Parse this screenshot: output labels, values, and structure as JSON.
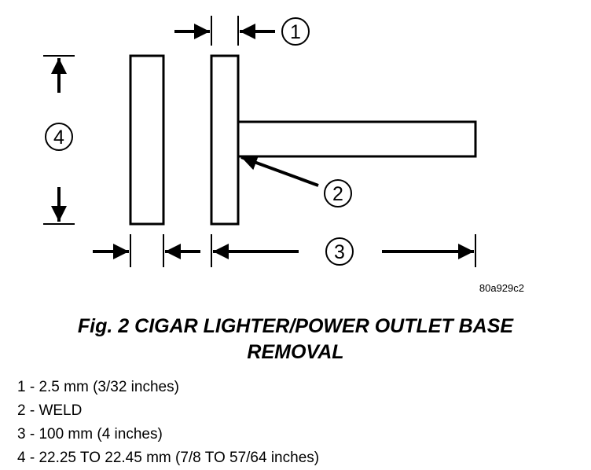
{
  "callouts": {
    "c1": "1",
    "c2": "2",
    "c3": "3",
    "c4": "4"
  },
  "figure_id": "80a929c2",
  "caption": {
    "line1": "Fig. 2 CIGAR LIGHTER/POWER OUTLET BASE",
    "line2": "REMOVAL"
  },
  "legend": [
    "1 - 2.5 mm (3/32 inches)",
    "2 - WELD",
    "3 - 100 mm (4 inches)",
    "4 - 22.25 TO 22.45 mm (7/8 TO 57/64 inches)"
  ]
}
